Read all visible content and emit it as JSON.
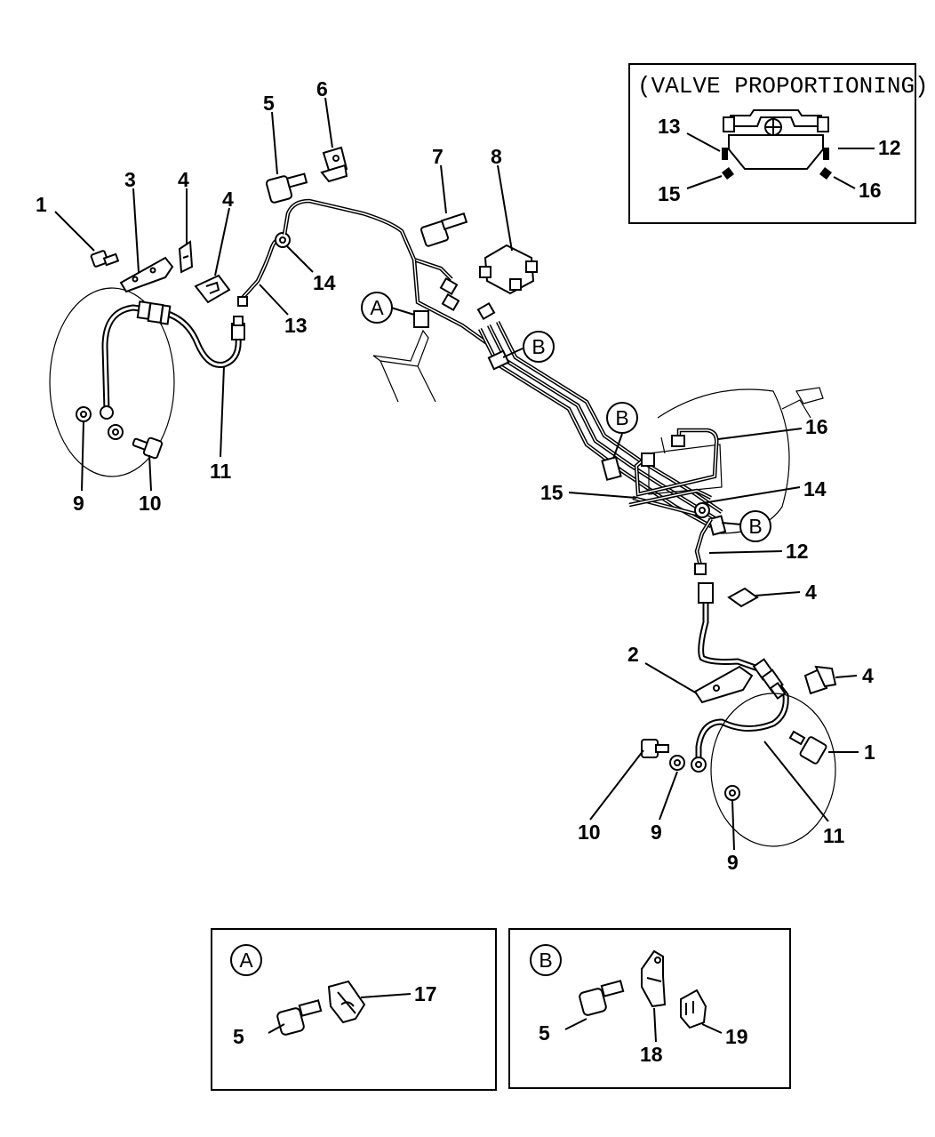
{
  "inset_valve": {
    "title": "(VALVE PROPORTIONING)",
    "callouts": [
      "13",
      "12",
      "15",
      "16"
    ]
  },
  "callouts_main": [
    {
      "id": "c1a",
      "text": "1"
    },
    {
      "id": "c3",
      "text": "3"
    },
    {
      "id": "c4a",
      "text": "4"
    },
    {
      "id": "c4b",
      "text": "4"
    },
    {
      "id": "c5",
      "text": "5"
    },
    {
      "id": "c6",
      "text": "6"
    },
    {
      "id": "c7",
      "text": "7"
    },
    {
      "id": "c8",
      "text": "8"
    },
    {
      "id": "c14a",
      "text": "14"
    },
    {
      "id": "c13",
      "text": "13"
    },
    {
      "id": "c11a",
      "text": "11"
    },
    {
      "id": "c9a",
      "text": "9"
    },
    {
      "id": "c10a",
      "text": "10"
    },
    {
      "id": "c16",
      "text": "16"
    },
    {
      "id": "c15",
      "text": "15"
    },
    {
      "id": "c14b",
      "text": "14"
    },
    {
      "id": "c12",
      "text": "12"
    },
    {
      "id": "c4c",
      "text": "4"
    },
    {
      "id": "c2",
      "text": "2"
    },
    {
      "id": "c4d",
      "text": "4"
    },
    {
      "id": "c1b",
      "text": "1"
    },
    {
      "id": "c10b",
      "text": "10"
    },
    {
      "id": "c9b",
      "text": "9"
    },
    {
      "id": "c11b",
      "text": "11"
    },
    {
      "id": "c9c",
      "text": "9"
    }
  ],
  "circle_markers": {
    "a": "A",
    "b1": "B",
    "b2": "B",
    "b3": "B"
  },
  "detail_a": {
    "letter": "A",
    "callouts": [
      "5",
      "17"
    ]
  },
  "detail_b": {
    "letter": "B",
    "callouts": [
      "5",
      "18",
      "19"
    ]
  }
}
